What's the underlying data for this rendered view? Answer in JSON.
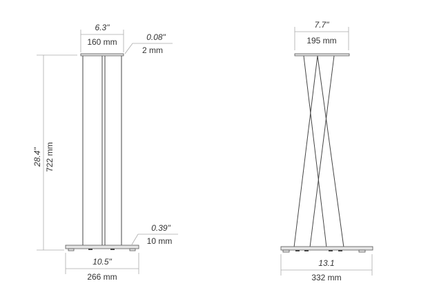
{
  "left_stand": {
    "top_width_in": "6.3\"",
    "top_width_mm": "160 mm",
    "top_thickness_in": "0.08\"",
    "top_thickness_mm": "2 mm",
    "height_in": "28.4\"",
    "height_mm": "722 mm",
    "base_thickness_in": "0.39\"",
    "base_thickness_mm": "10 mm",
    "base_width_in": "10.5\"",
    "base_width_mm": "266 mm"
  },
  "right_stand": {
    "top_width_in": "7.7\"",
    "top_width_mm": "195 mm",
    "base_width_in": "13.1",
    "base_width_mm": "332 mm"
  }
}
